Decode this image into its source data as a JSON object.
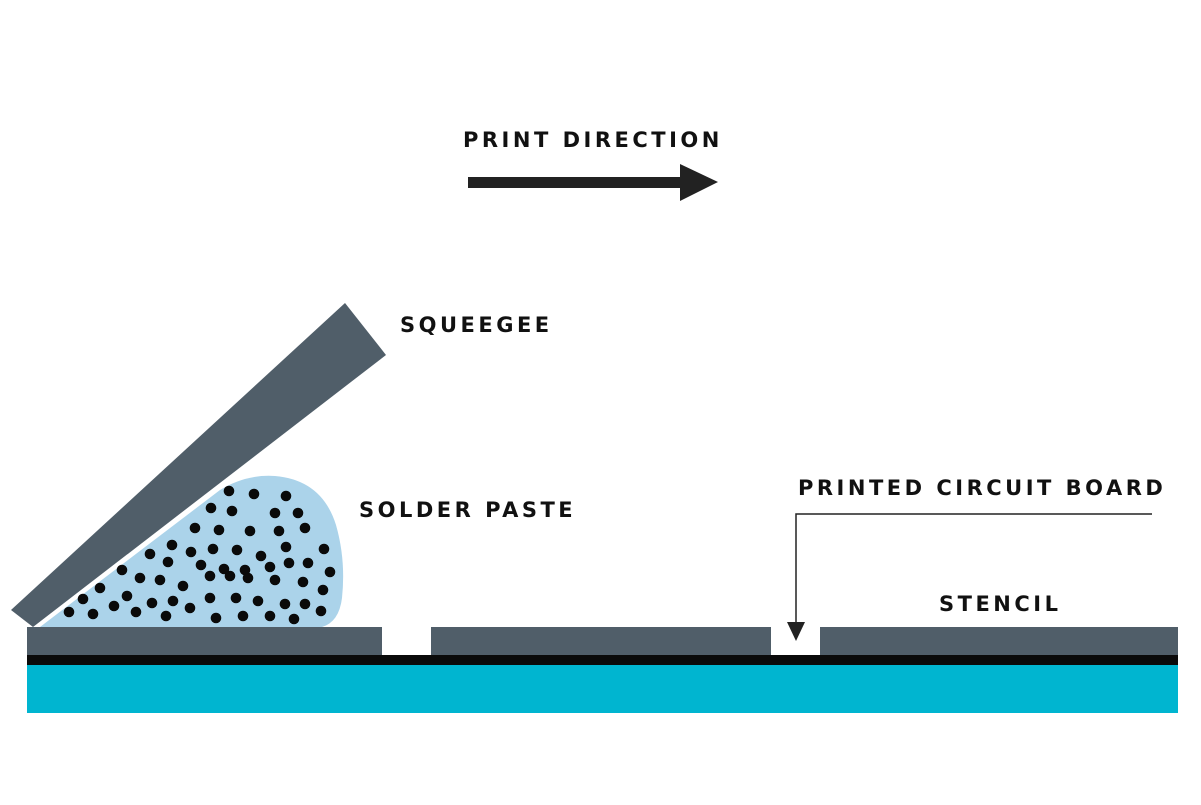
{
  "labels": {
    "print_direction": "PRINT DIRECTION",
    "squeegee": "SQUEEGEE",
    "solder_paste": "SOLDER PASTE",
    "printed_circuit_board": "PRINTED CIRCUIT BOARD",
    "stencil": "STENCIL"
  },
  "colors": {
    "squeegee": "#505e69",
    "stencil": "#505e69",
    "solder_paste": "#abd3ea",
    "solder_particles": "#0a0a0a",
    "pcb": "#00b5d0",
    "pcb_layer": "#0a0a0a",
    "text": "#111111"
  }
}
